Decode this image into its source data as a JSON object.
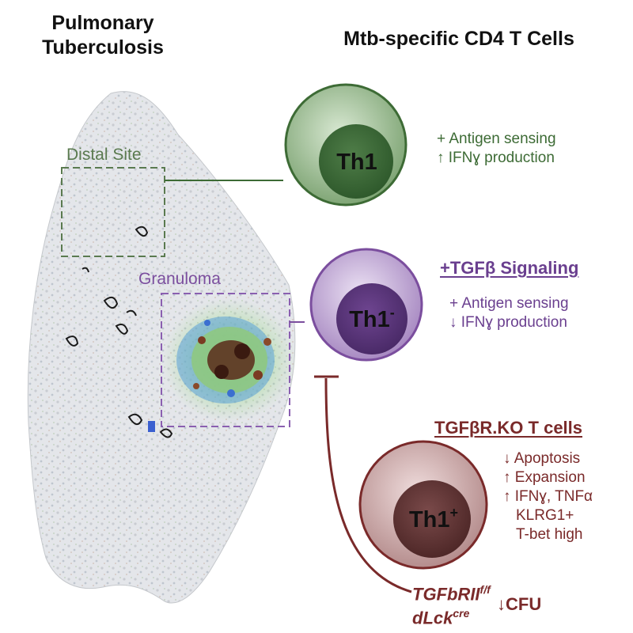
{
  "titles": {
    "left_line1": "Pulmonary",
    "left_line2": "Tuberculosis",
    "right": "Mtb-specific CD4 T Cells"
  },
  "regions": {
    "distal": "Distal Site",
    "granuloma": "Granuloma"
  },
  "cells": {
    "th1": {
      "label": "Th1",
      "lines": [
        "+ Antigen sensing",
        "↑ IFNɣ production"
      ]
    },
    "th1_minus": {
      "header": "+TGFβ Signaling",
      "label": "Th1",
      "superscript": "-",
      "lines": [
        "+ Antigen sensing",
        "↓ IFNɣ production"
      ]
    },
    "th1_plus": {
      "header": "TGFβR.KO T cells",
      "label": "Th1",
      "superscript": "+",
      "lines": [
        "↓ Apoptosis",
        "↑ Expansion",
        "↑ IFNɣ, TNFα",
        "KLRG1+",
        "T-bet high"
      ]
    }
  },
  "mouse": {
    "line1_text": "TGFbRII",
    "line1_sup": "f/f",
    "line2_text": "dLck",
    "line2_sup": "cre"
  },
  "outcome": "↓CFU",
  "colors": {
    "green": "#3d6b35",
    "purple": "#6a3f8f",
    "maroon": "#7a2a2a"
  }
}
